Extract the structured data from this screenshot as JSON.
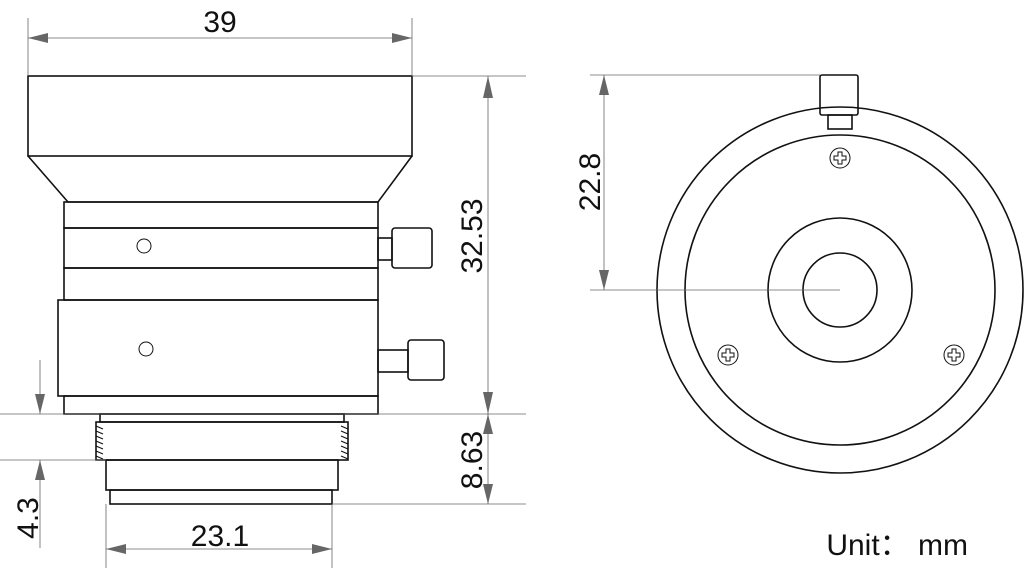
{
  "dimensions": {
    "overall_width": "39",
    "overall_height": "32.53",
    "mount_length": "8.63",
    "back_focus": "4.3",
    "thread_diameter": "23.1",
    "center_offset": "22.8"
  },
  "unit_label": "Unit： mm",
  "colors": {
    "outline": "#111111",
    "dimension_line": "#666666",
    "background": "#ffffff"
  }
}
